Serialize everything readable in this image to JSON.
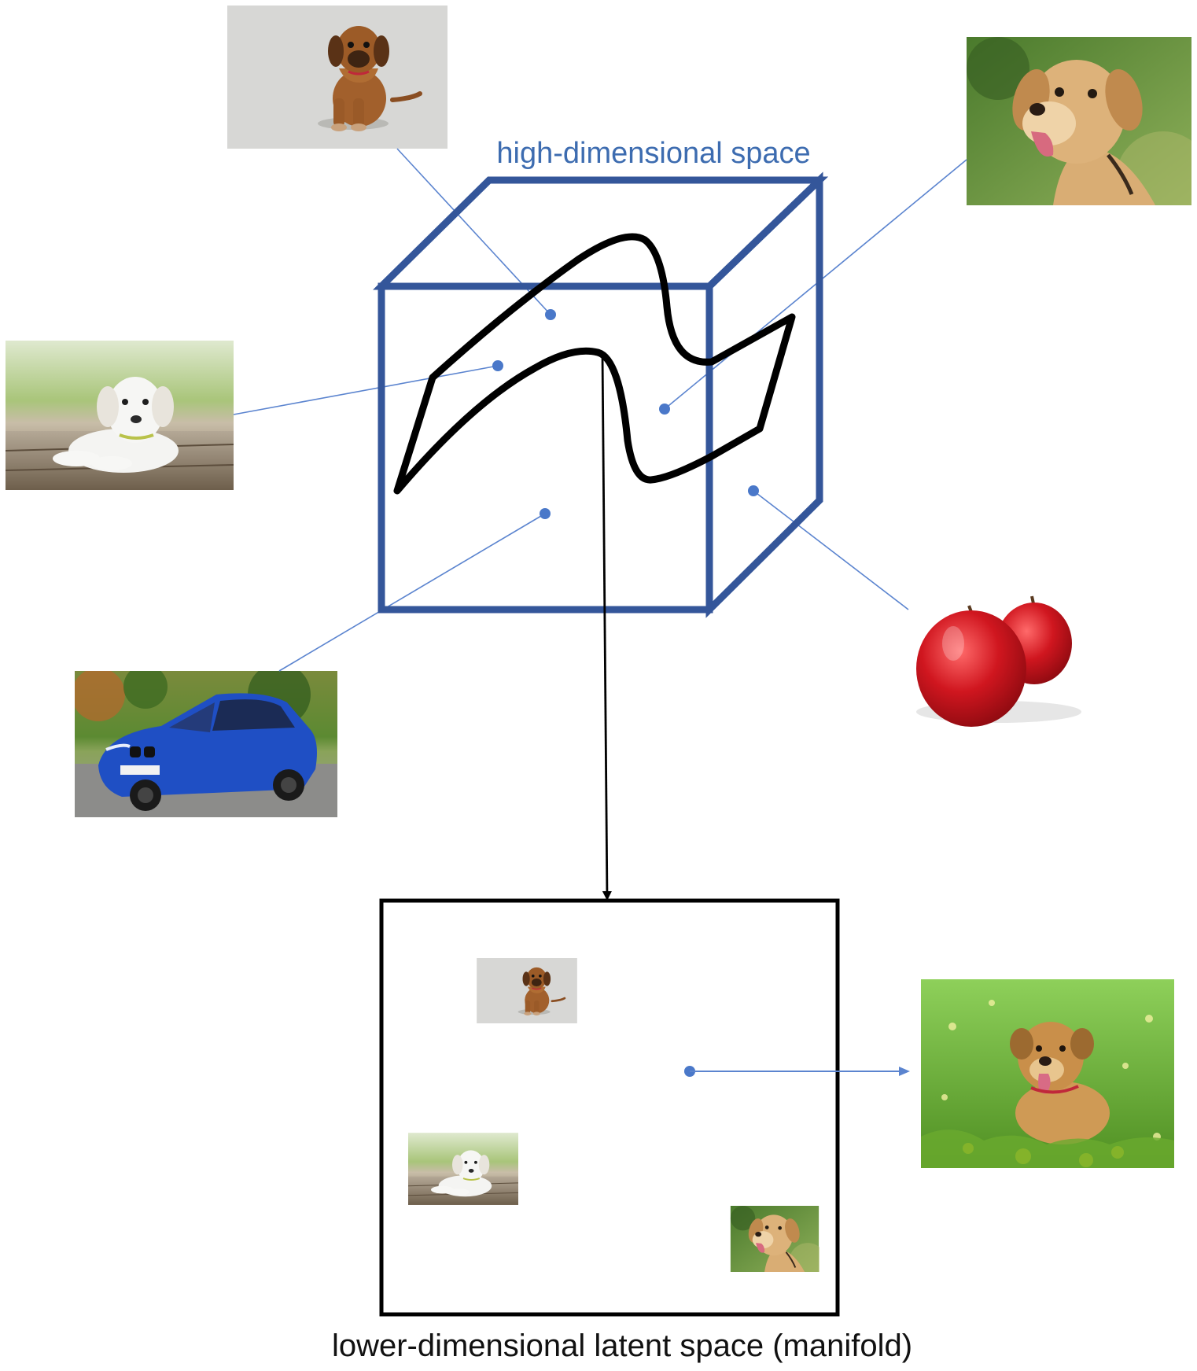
{
  "labels": {
    "high_dimensional": "high-dimensional space",
    "latent": "lower-dimensional latent space (manifold)"
  },
  "colors": {
    "cube": "#34569a",
    "connector": "#5b84cf",
    "point": "#4a78c9",
    "manifold": "#000000",
    "latent_box": "#000000"
  },
  "images": [
    {
      "name": "puppy-brown-image",
      "subject": "puppy-brown"
    },
    {
      "name": "golden-dog-image",
      "subject": "golden-dog"
    },
    {
      "name": "white-puppy-image",
      "subject": "white-puppy"
    },
    {
      "name": "blue-car-image",
      "subject": "blue-car"
    },
    {
      "name": "red-apples-image",
      "subject": "apples"
    },
    {
      "name": "dog-in-grass-image",
      "subject": "dog-grass"
    }
  ]
}
